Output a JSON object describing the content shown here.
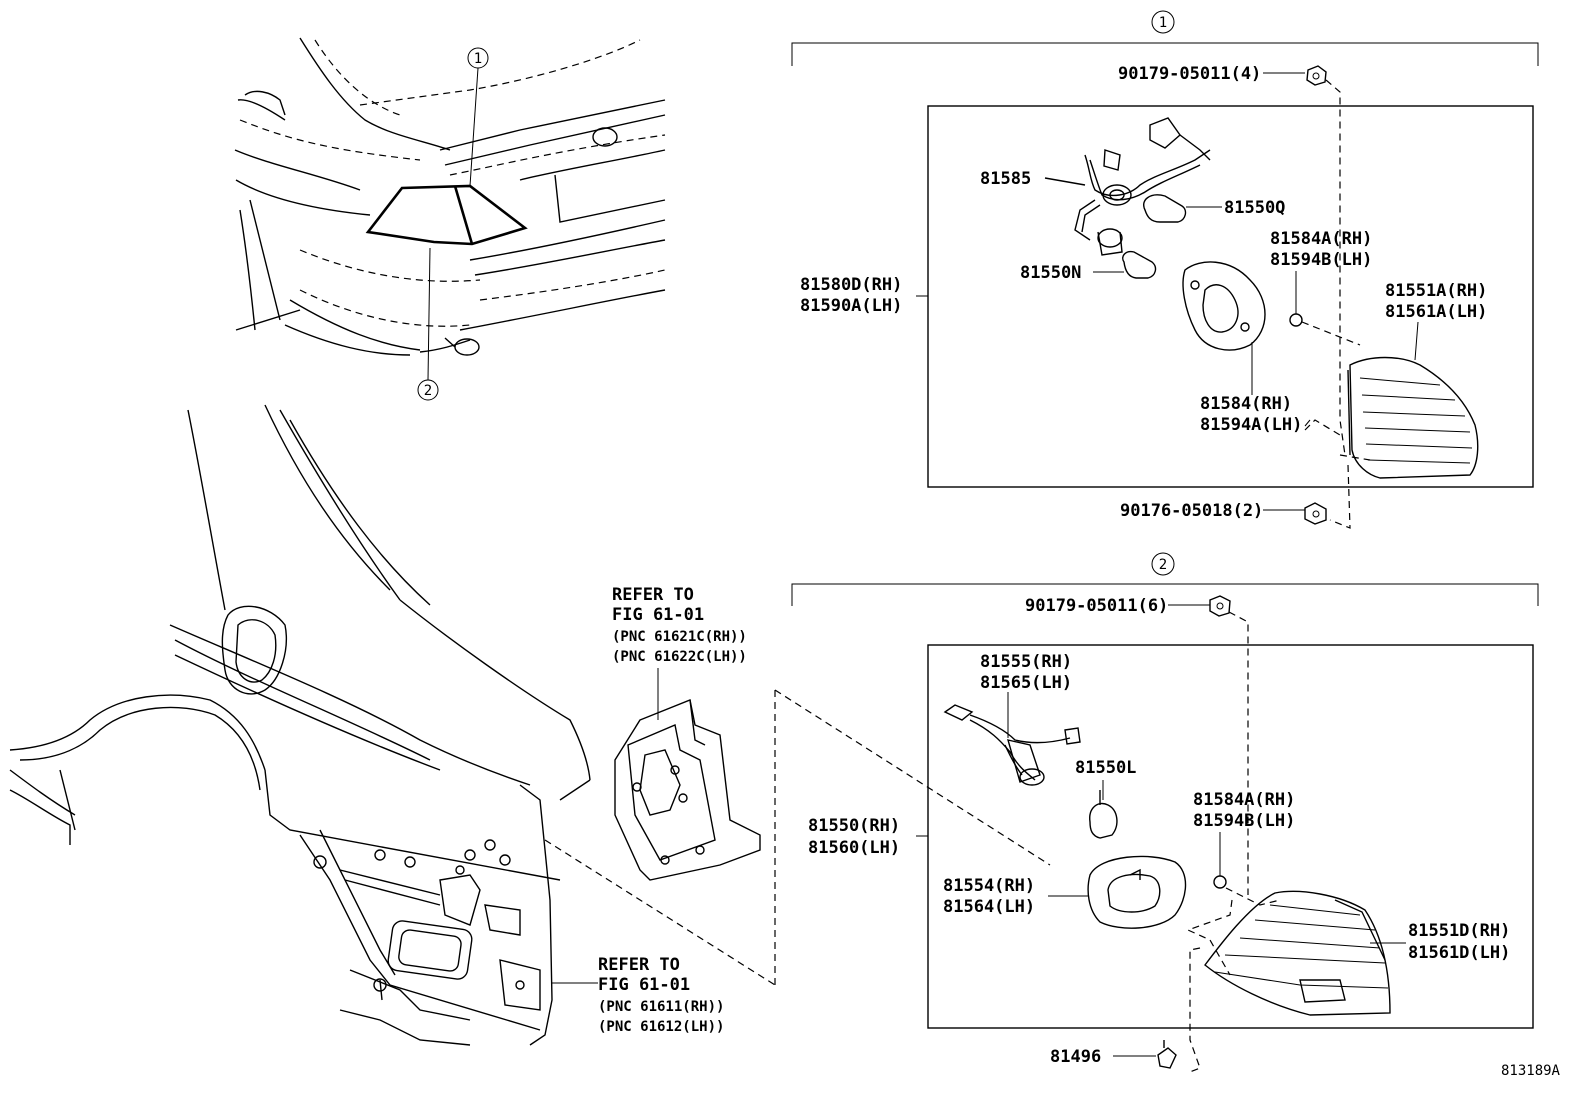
{
  "callouts": {
    "one": "1",
    "two": "2"
  },
  "group1": {
    "labels": {
      "bolt_top": "90179-05011(4)",
      "socket_wire": "81585",
      "bulb_q": "81550Q",
      "bulb_n": "81550N",
      "lamp_assy_rh": "81580D(RH)",
      "lamp_assy_lh": "81590A(LH)",
      "gasket_rh": "81584(RH)",
      "gasket_lh": "81594A(LH)",
      "cushion_rh": "81584A(RH)",
      "cushion_lh": "81594B(LH)",
      "lens_rh": "81551A(RH)",
      "lens_lh": "81561A(LH)",
      "nut_bottom": "90176-05018(2)"
    }
  },
  "group2": {
    "labels": {
      "bolt_top": "90179-05011(6)",
      "wire_rh": "81555(RH)",
      "wire_lh": "81565(LH)",
      "bulb_l": "81550L",
      "lamp_assy_rh": "81550(RH)",
      "lamp_assy_lh": "81560(LH)",
      "cushion_rh": "81584A(RH)",
      "cushion_lh": "81594B(LH)",
      "gasket_rh": "81554(RH)",
      "gasket_lh": "81564(LH)",
      "lens_rh": "81551D(RH)",
      "lens_lh": "81561D(LH)",
      "clip": "81496"
    }
  },
  "refer_upper": {
    "line1": "REFER TO",
    "line2": "FIG 61-01",
    "line3": "(PNC 61621C(RH))",
    "line4": "(PNC 61622C(LH))"
  },
  "refer_lower": {
    "line1": "REFER TO",
    "line2": "FIG 61-01",
    "line3": "(PNC 61611(RH))",
    "line4": "(PNC 61612(LH))"
  },
  "figure_id": "813189A"
}
